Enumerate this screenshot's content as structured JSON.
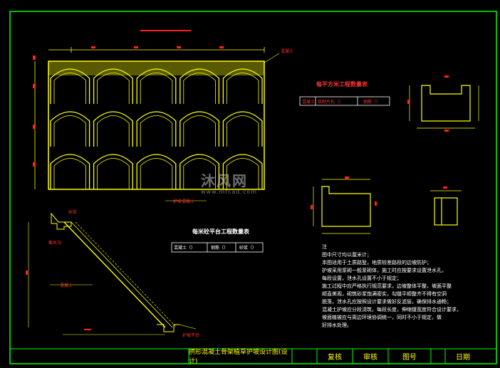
{
  "drawing": {
    "side_label": "混凝土",
    "embed_label": "护坡混凝土",
    "table1": {
      "title": "每平方米工程数量表",
      "headers": [
        "混凝土",
        "浆砌片石（）",
        "钢筋（）"
      ]
    },
    "table2": {
      "title": "每米砼平台工程数量表",
      "headers": [
        "混凝土（）",
        "钢筋（）",
        "砂浆（）"
      ]
    },
    "section_labels": [
      "混凝土",
      "砂浆",
      "截水沟",
      "护坡平台"
    ],
    "notes": {
      "heading": "注",
      "lines": [
        "图中尺寸均以厘米计；",
        "本图适用于土质路堑，地质较差路段的边坡防护；",
        "护坡采用浆砌一般浆砌体，施工时应按要求设置泄水孔，",
        "每段设置，泄水孔设置不小于规定；",
        "施工过程中应严格执行规范要求，边坡整体平整，坡面平整",
        "顺直美观，砌筑砂浆饱满密实，勾缝平顺整齐不得有空洞",
        "脱落，泄水孔应按照设计要求做好反滤层，确保排水通畅；",
        "混凝土护坡应分段浇筑，每段长度，伸缩缝宽度符合设计要求，",
        "坡面植被应与周边环境协调统一，同时不小于规定，做",
        "好排水处理。"
      ]
    }
  },
  "title_block": {
    "drawing_title": "拱形混凝土骨架植草护坡设计图(设计)",
    "check": "复核",
    "review": "审核",
    "sheet_no": "图号",
    "date": "日期"
  },
  "watermark": {
    "brand": "沐风网",
    "url": "www.mfcad.com"
  }
}
